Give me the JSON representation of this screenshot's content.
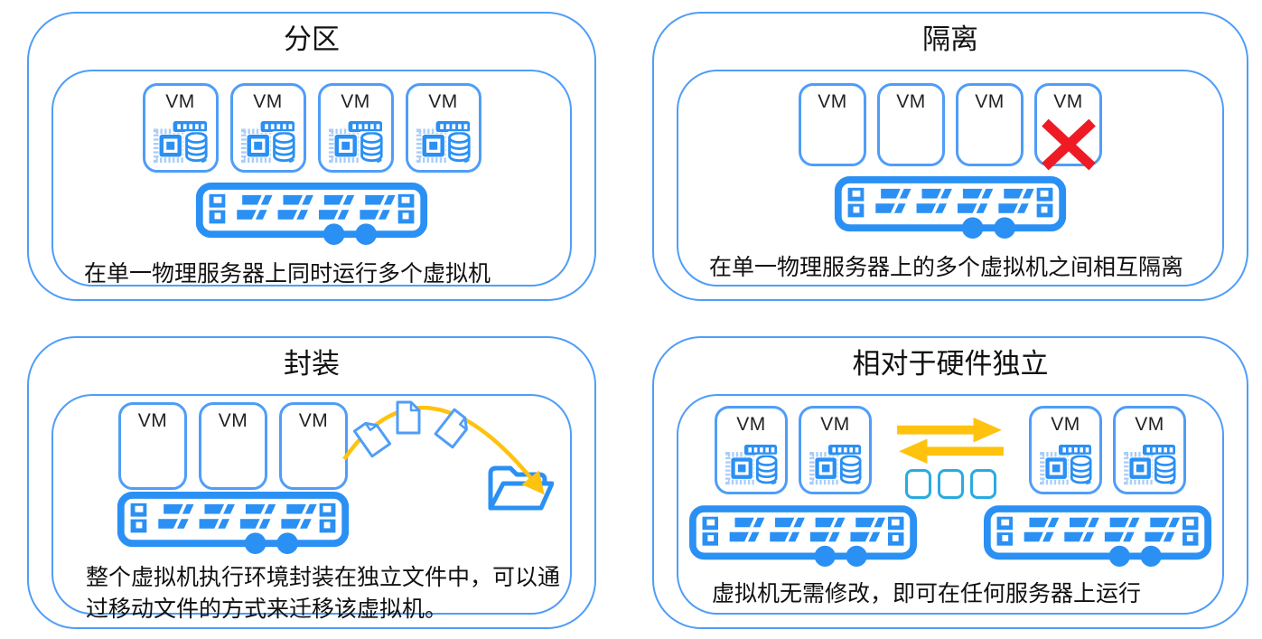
{
  "labels": {
    "vm": "VM"
  },
  "colors": {
    "panel_border": "#4f9df8",
    "icon_blue": "#2a90f4",
    "icon_blue_light": "#a9cdf8",
    "slot_cyan": "#29abe2",
    "arrow_yellow": "#ffc20e",
    "cross_red": "#ee1b24",
    "text_dark": "#111111",
    "background": "#ffffff"
  },
  "panels": [
    {
      "id": "partitioning",
      "title": "分区",
      "description": "在单一物理服务器上同时运行多个虚拟机"
    },
    {
      "id": "isolation",
      "title": "隔离",
      "description": "在单一物理服务器上的多个虚拟机之间相互隔离"
    },
    {
      "id": "encapsulation",
      "title": "封装",
      "description_lines": [
        "整个虚拟机执行环境封装在独立文件中，可以通",
        "过移动文件的方式来迁移该虚拟机。"
      ]
    },
    {
      "id": "hardware_independence",
      "title": "相对于硬件独立",
      "description": "虚拟机无需修改，即可在任何服务器上运行"
    }
  ]
}
